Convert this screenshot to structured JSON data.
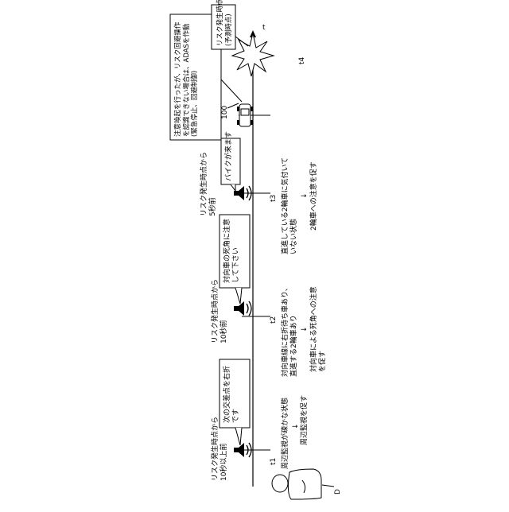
{
  "time_axis": {
    "end_label": "t",
    "markers": [
      "t1",
      "t2",
      "t3",
      "t4"
    ]
  },
  "stages": [
    {
      "timing": [
        "リスク発生時点から",
        "10秒以上前"
      ],
      "speech": [
        "次の交差点を右折",
        "です"
      ],
      "situation": [
        "周辺監視が疎かな状態"
      ],
      "arrow": "↓",
      "action": [
        "周辺監視を促す"
      ]
    },
    {
      "timing": [
        "リスク発生時点から",
        "10秒前"
      ],
      "speech": [
        "対向車の死角に注意",
        "して下さい"
      ],
      "situation": [
        "対向車線に右折待ち車あり、",
        "直進する2輪車あり"
      ],
      "arrow": "↓",
      "action": [
        "対向車による死角への注意",
        "を促す"
      ]
    },
    {
      "timing": [
        "リスク発生時点から",
        "5秒前"
      ],
      "speech": [
        "バイクが来ます"
      ],
      "situation": [
        "直進している2輪車に気付いて",
        "いない状態"
      ],
      "arrow": "↓",
      "action": [
        "2輪車への注意を促す"
      ]
    }
  ],
  "vehicle": {
    "ref": "100",
    "note": [
      "注意喚起を行ったが、リスク回避操作",
      "を認識できない場合は、ADASを作動",
      "(緊急停止、回避制御)"
    ]
  },
  "risk_point": {
    "label": [
      "リスク発生時点",
      "(予測時点)"
    ]
  },
  "driver": {
    "ref": "D"
  }
}
